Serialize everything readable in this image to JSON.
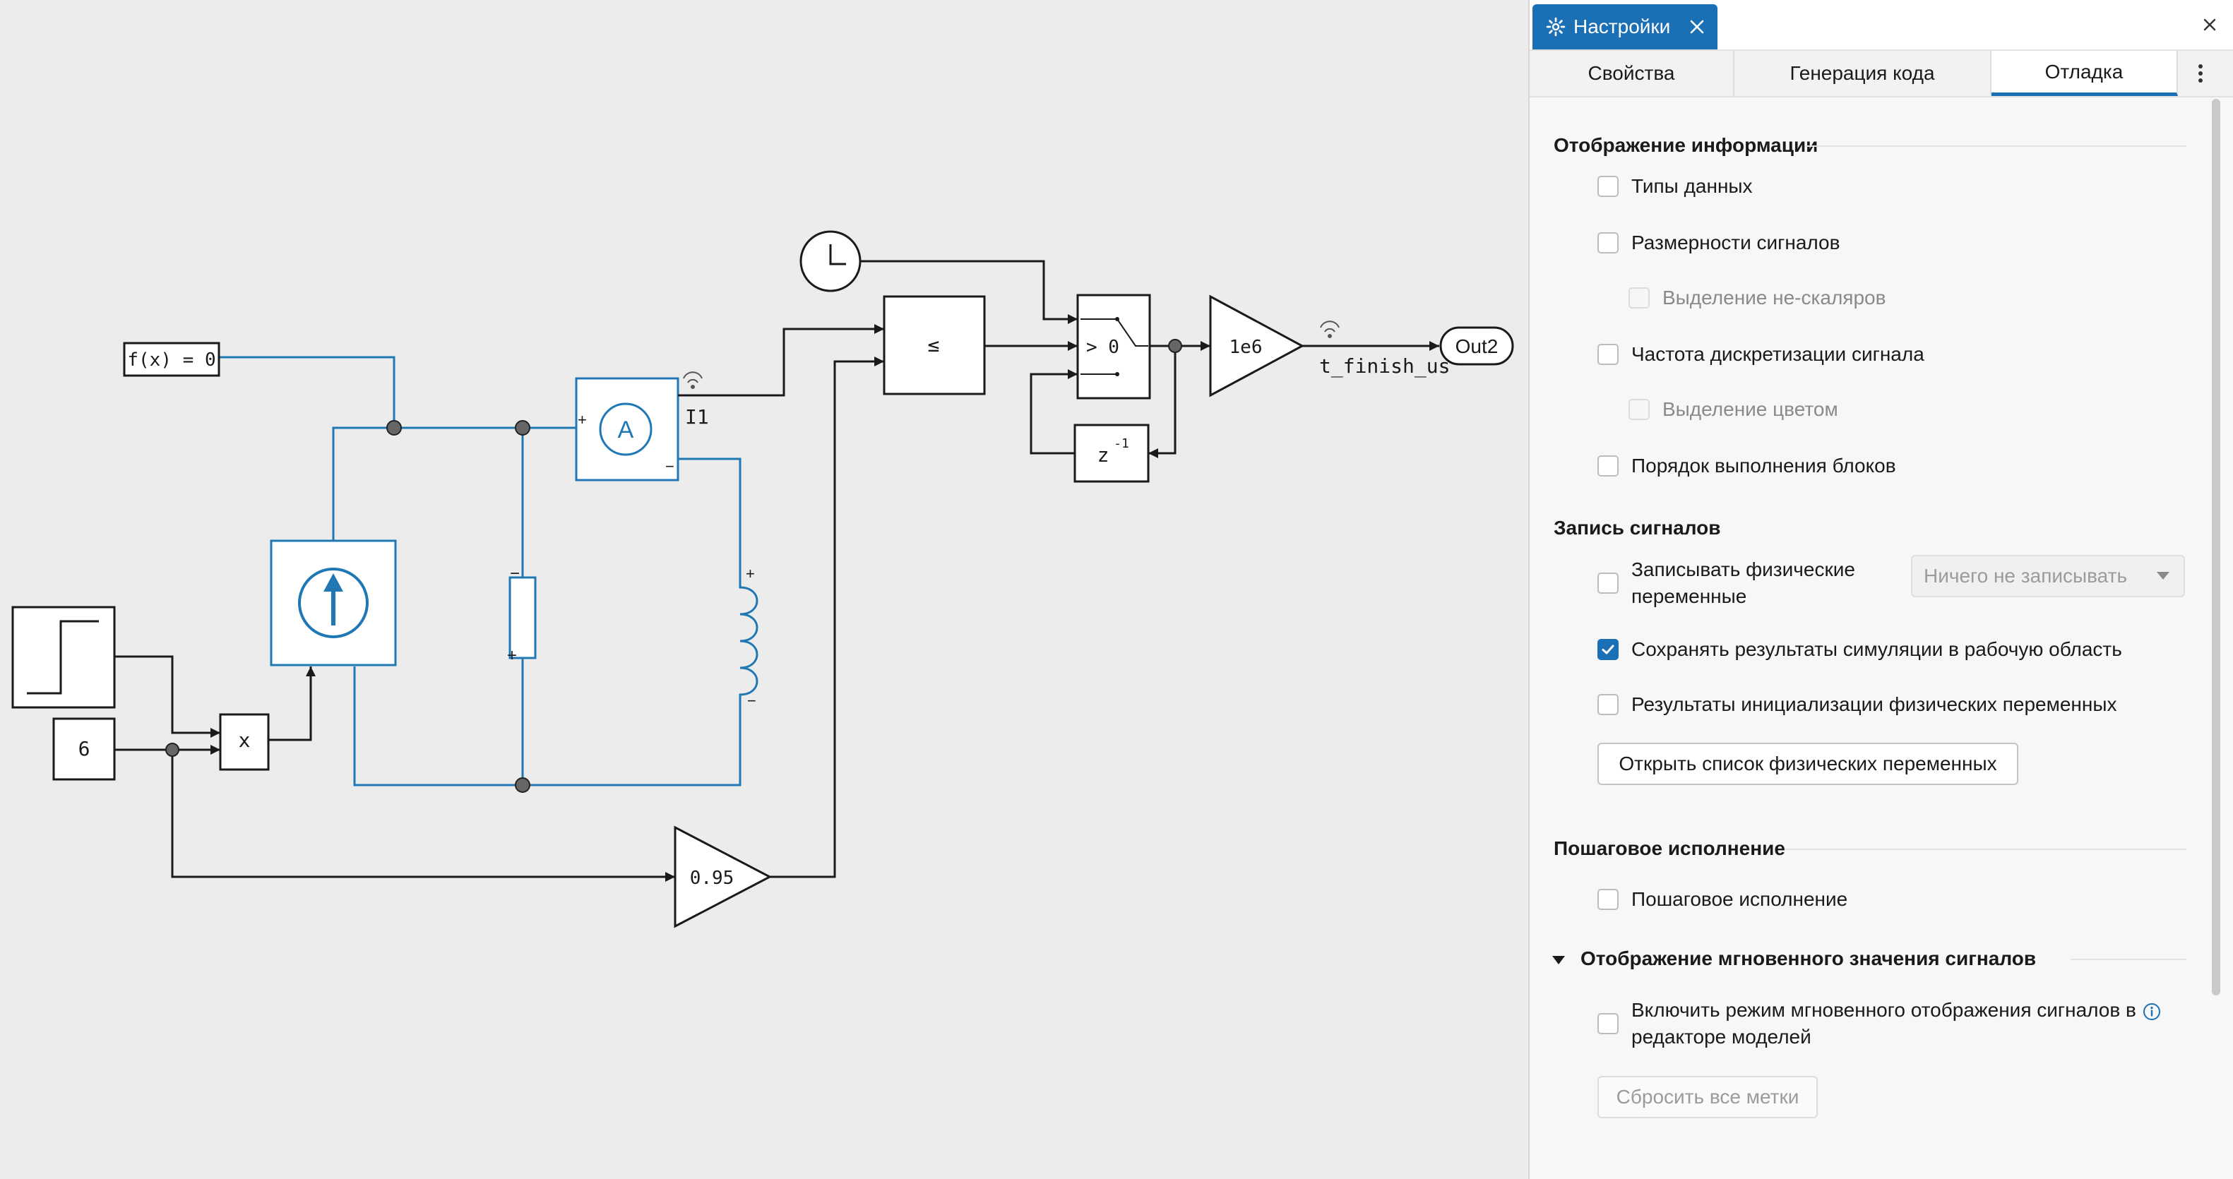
{
  "canvas": {
    "fx_block": "f(x) = 0",
    "const_block": "6",
    "product_block": "x",
    "ammeter_symbol": "A",
    "ammeter_signal": "I1",
    "gain_095": "0.95",
    "compare_block": "≤",
    "switch_label": "> 0",
    "delay_block": "z",
    "delay_exponent": "-1",
    "gain_1e6": "1e6",
    "signal_label": "t_finish_us",
    "outport": "Out2",
    "plus": "+",
    "minus": "−",
    "colors": {
      "physical": "#1f78b4",
      "signal": "#1a1a1a"
    }
  },
  "panel": {
    "title": "Настройки",
    "tabs": [
      "Свойства",
      "Генерация кода",
      "Отладка"
    ],
    "active_tab": "Отладка",
    "display_section": {
      "title": "Отображение информации",
      "options": [
        {
          "label": "Типы данных",
          "checked": false
        },
        {
          "label": "Размерности сигналов",
          "checked": false
        },
        {
          "label": "Выделение не-скаляров",
          "checked": false,
          "disabled": true
        },
        {
          "label": "Частота дискретизации сигнала",
          "checked": false
        },
        {
          "label": "Выделение цветом",
          "checked": false,
          "disabled": true
        },
        {
          "label": "Порядок выполнения блоков",
          "checked": false
        }
      ]
    },
    "record_section": {
      "title": "Запись сигналов",
      "record_physical_line1": "Записывать физические",
      "record_physical_line2": "переменные",
      "record_select_value": "Ничего не записывать",
      "save_results": "Сохранять результаты симуляции в рабочую область",
      "save_results_checked": true,
      "init_results": "Результаты инициализации физических переменных",
      "open_list_button": "Открыть список физических переменных"
    },
    "step_section": {
      "title": "Пошаговое исполнение",
      "option": "Пошаговое исполнение"
    },
    "instant_section": {
      "title": "Отображение мгновенного значения сигналов",
      "option_line1": "Включить режим мгновенного отображения сигналов в",
      "option_line2": "редакторе моделей",
      "reset_button": "Сбросить все метки"
    }
  }
}
